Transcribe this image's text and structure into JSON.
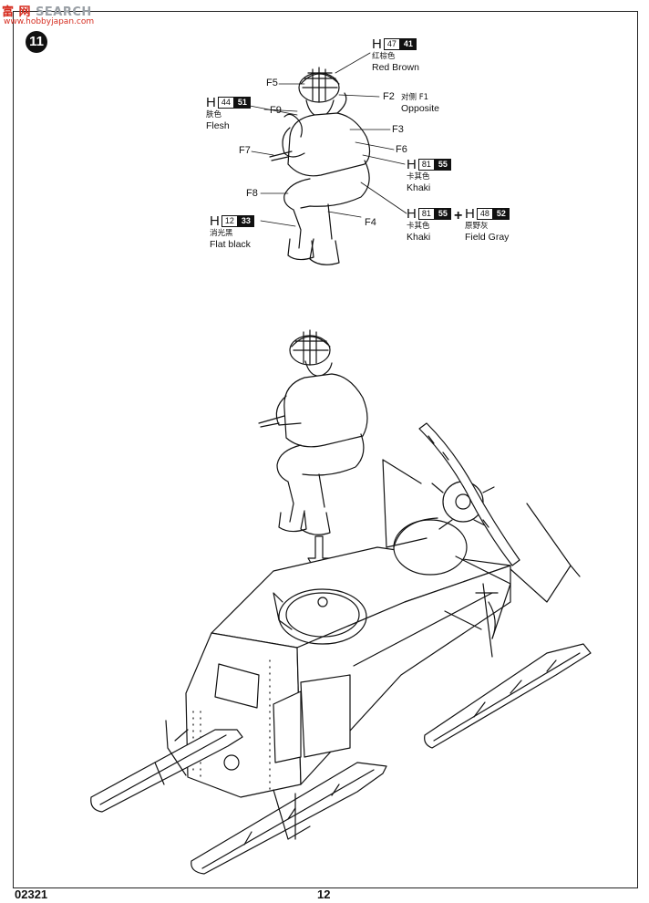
{
  "watermark": {
    "text": "SEARCH",
    "prefix": "富 网",
    "sub": "www.hobbyjapan.com"
  },
  "step_number": "11",
  "callouts": {
    "f5": "F5",
    "f2": "F2",
    "f9": "F9",
    "f3": "F3",
    "f6": "F6",
    "f7": "F7",
    "f8": "F8",
    "f4": "F4"
  },
  "f2_note": {
    "zh": "对侧 F1",
    "en": "Opposite"
  },
  "paints": {
    "red_brown": {
      "a": "47",
      "b": "41",
      "zh": "红棕色",
      "en": "Red Brown"
    },
    "flesh": {
      "a": "44",
      "b": "51",
      "zh": "肤色",
      "en": "Flesh"
    },
    "khaki_top": {
      "a": "81",
      "b": "55",
      "zh": "卡其色",
      "en": "Khaki"
    },
    "flat_black": {
      "a": "12",
      "b": "33",
      "zh": "消光黑",
      "en": "Flat black"
    },
    "khaki_mix": {
      "a": "81",
      "b": "55",
      "zh": "卡其色",
      "en": "Khaki"
    },
    "field_gray": {
      "a": "48",
      "b": "52",
      "zh": "原野灰",
      "en": "Field Gray"
    }
  },
  "paint_prefix": "H",
  "plus_sign": "+",
  "footer": {
    "code": "02321",
    "page": "12"
  },
  "colors": {
    "ink": "#111111",
    "watermark_red": "#d62d20",
    "watermark_gray": "#9aa0a6"
  }
}
